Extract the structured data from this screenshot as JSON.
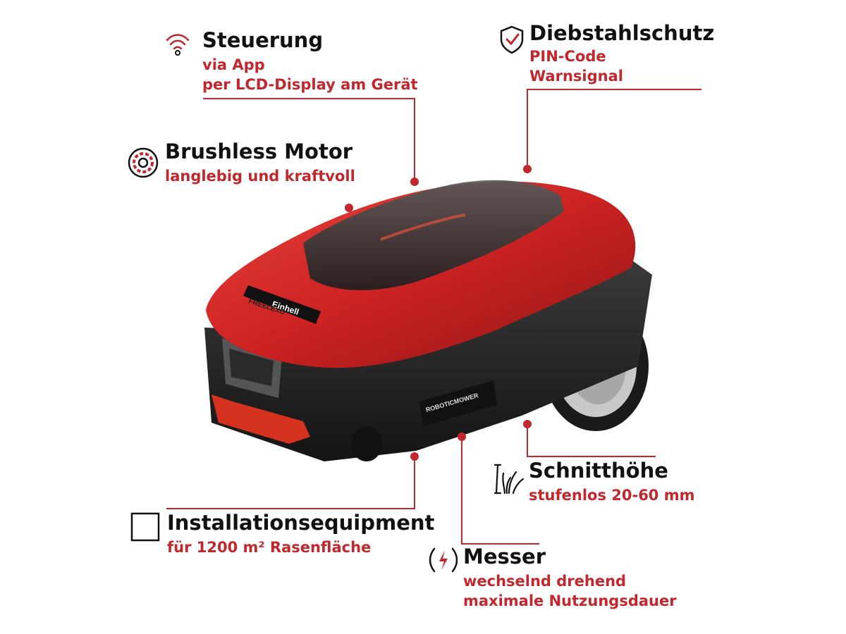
{
  "colors": {
    "accent": "#c1272d",
    "body_red": "#d62a2a",
    "text": "#111111",
    "chassis": "#222222"
  },
  "product": {
    "brand_logo": "Einhell",
    "model_label": "FREELEXO",
    "side_label": "ROBOTICMOWER"
  },
  "features": {
    "steuerung": {
      "title": "Steuerung",
      "lines": [
        "via App",
        "per LCD-Display am Gerät"
      ],
      "icon": "wifi-icon"
    },
    "diebstahl": {
      "title": "Diebstahlschutz",
      "lines": [
        "PIN-Code",
        "Warnsignal"
      ],
      "icon": "shield-check-icon"
    },
    "motor": {
      "title": "Brushless Motor",
      "lines": [
        "langlebig und kraftvoll"
      ],
      "icon": "motor-icon"
    },
    "schnitt": {
      "title": "Schnitthöhe",
      "lines": [
        "stufenlos 20-60 mm"
      ],
      "icon": "grass-icon"
    },
    "install": {
      "title": "Installationsequipment",
      "lines": [
        "für 1200 m² Rasenfläche"
      ],
      "icon": "box-icon"
    },
    "messer": {
      "title": "Messer",
      "lines": [
        "wechselnd drehend",
        "maximale Nutzungsdauer"
      ],
      "icon": "blade-icon"
    }
  }
}
